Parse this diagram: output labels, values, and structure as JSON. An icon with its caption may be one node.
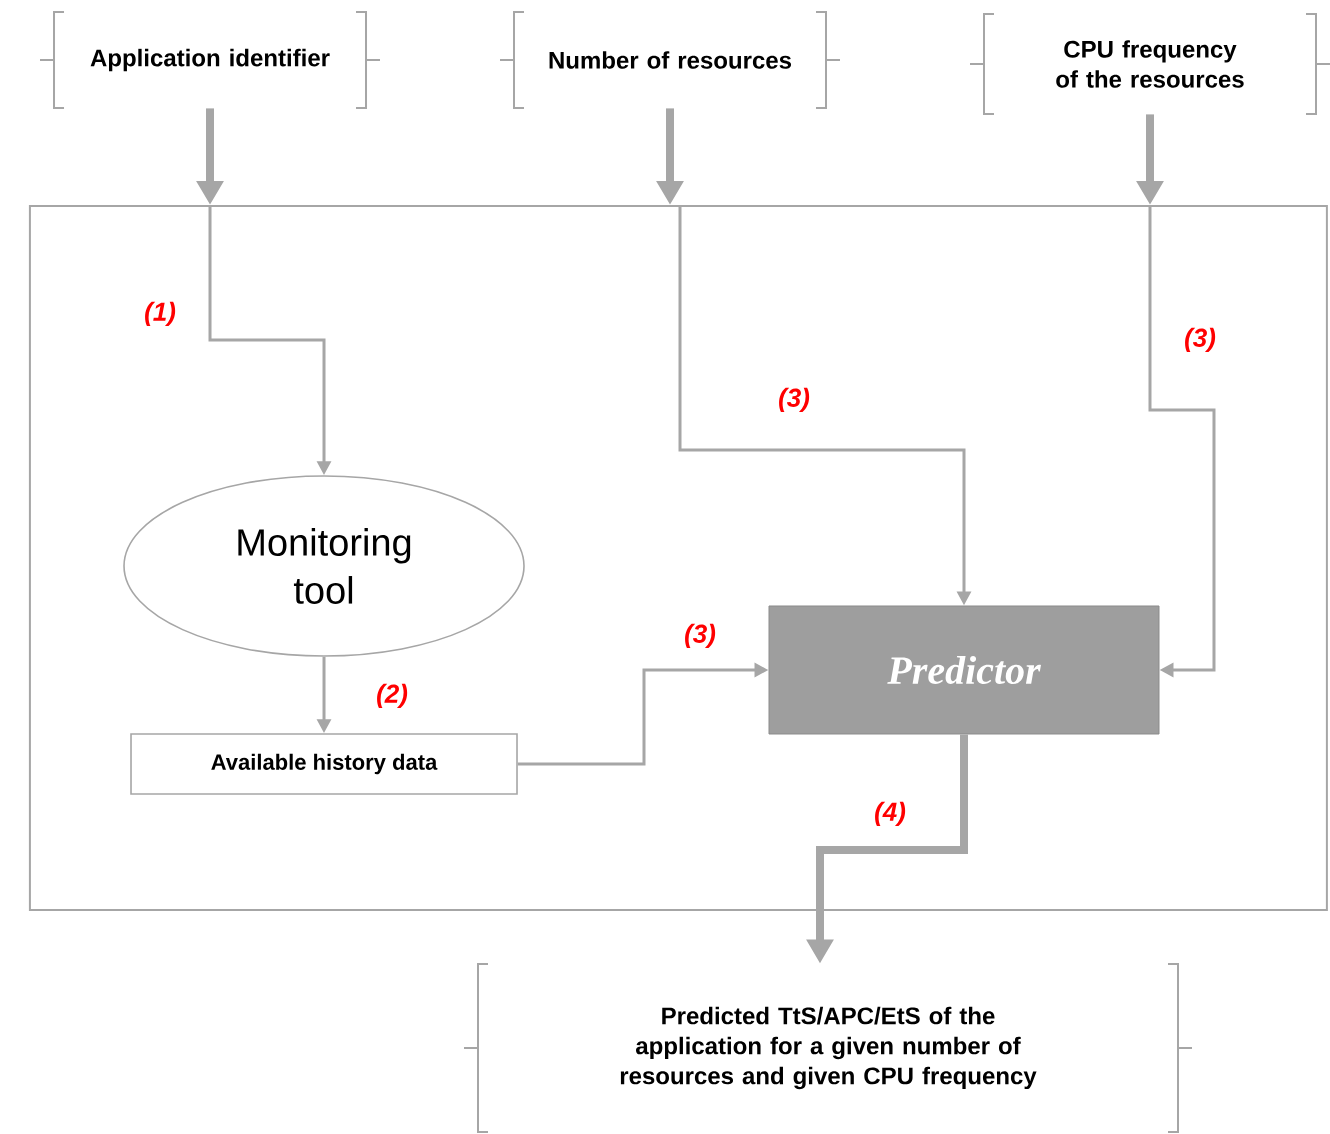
{
  "diagram": {
    "nodes": [
      {
        "text": [],
        "shape": "box"
      },
      {
        "text": [
          "Application identifier"
        ]
      },
      {
        "text": [
          "Number of resources"
        ]
      },
      {
        "text": [
          "CPU frequency of the resources"
        ]
      },
      {
        "text": [
          "Monitoring tool"
        ],
        "in": 0
      },
      {
        "text": [
          "Available history data"
        ],
        "in": 0
      },
      {
        "text": [
          "Predictor"
        ],
        "in": 0
      },
      {
        "text": [
          "Predicted TtS/APC/EtS of the application for a given number of resources and given CPU frequency"
        ]
      }
    ],
    "edges": [
      {
        "from": 1,
        "to": 0,
        "arrow": "to",
        "style": "thick"
      },
      {
        "from": 2,
        "to": 0,
        "arrow": "to",
        "style": "thick"
      },
      {
        "from": 3,
        "to": 0,
        "arrow": "to",
        "style": "thick"
      },
      {
        "from": 0,
        "to": 4,
        "arrow": "to",
        "label": "(1)"
      },
      {
        "from": 0,
        "to": 6,
        "arrow": "to",
        "label": "(3)"
      },
      {
        "from": 0,
        "to": 6,
        "arrow": "to",
        "label": "(3)"
      },
      {
        "from": 4,
        "to": 5,
        "arrow": "to",
        "label": "(2)"
      },
      {
        "from": 5,
        "to": 6,
        "arrow": "to",
        "label": "(3)"
      },
      {
        "from": 6,
        "to": 7,
        "arrow": "to",
        "style": "thick",
        "label": "(4)"
      }
    ]
  }
}
